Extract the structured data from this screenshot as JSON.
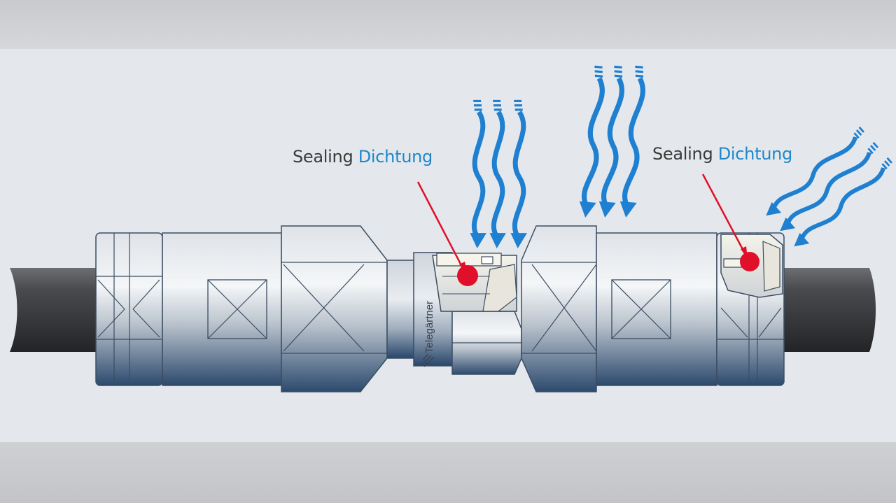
{
  "callouts": [
    {
      "en": "Sealing",
      "de": "Dichtung"
    },
    {
      "en": "Sealing",
      "de": "Dichtung"
    }
  ],
  "brand_text": "Telegärtner",
  "colors": {
    "sealing_label": "#3a3a3a",
    "dichtung_label": "#1f87c9",
    "water_arrows": "#1f7fd0",
    "seal_dot": "#e0102a",
    "pointer_line": "#e0102a",
    "cable": "#3a3b3e",
    "background": "#e4e8ec"
  },
  "icons": [
    "water-wave-arrow-icon",
    "seal-dot-icon"
  ]
}
